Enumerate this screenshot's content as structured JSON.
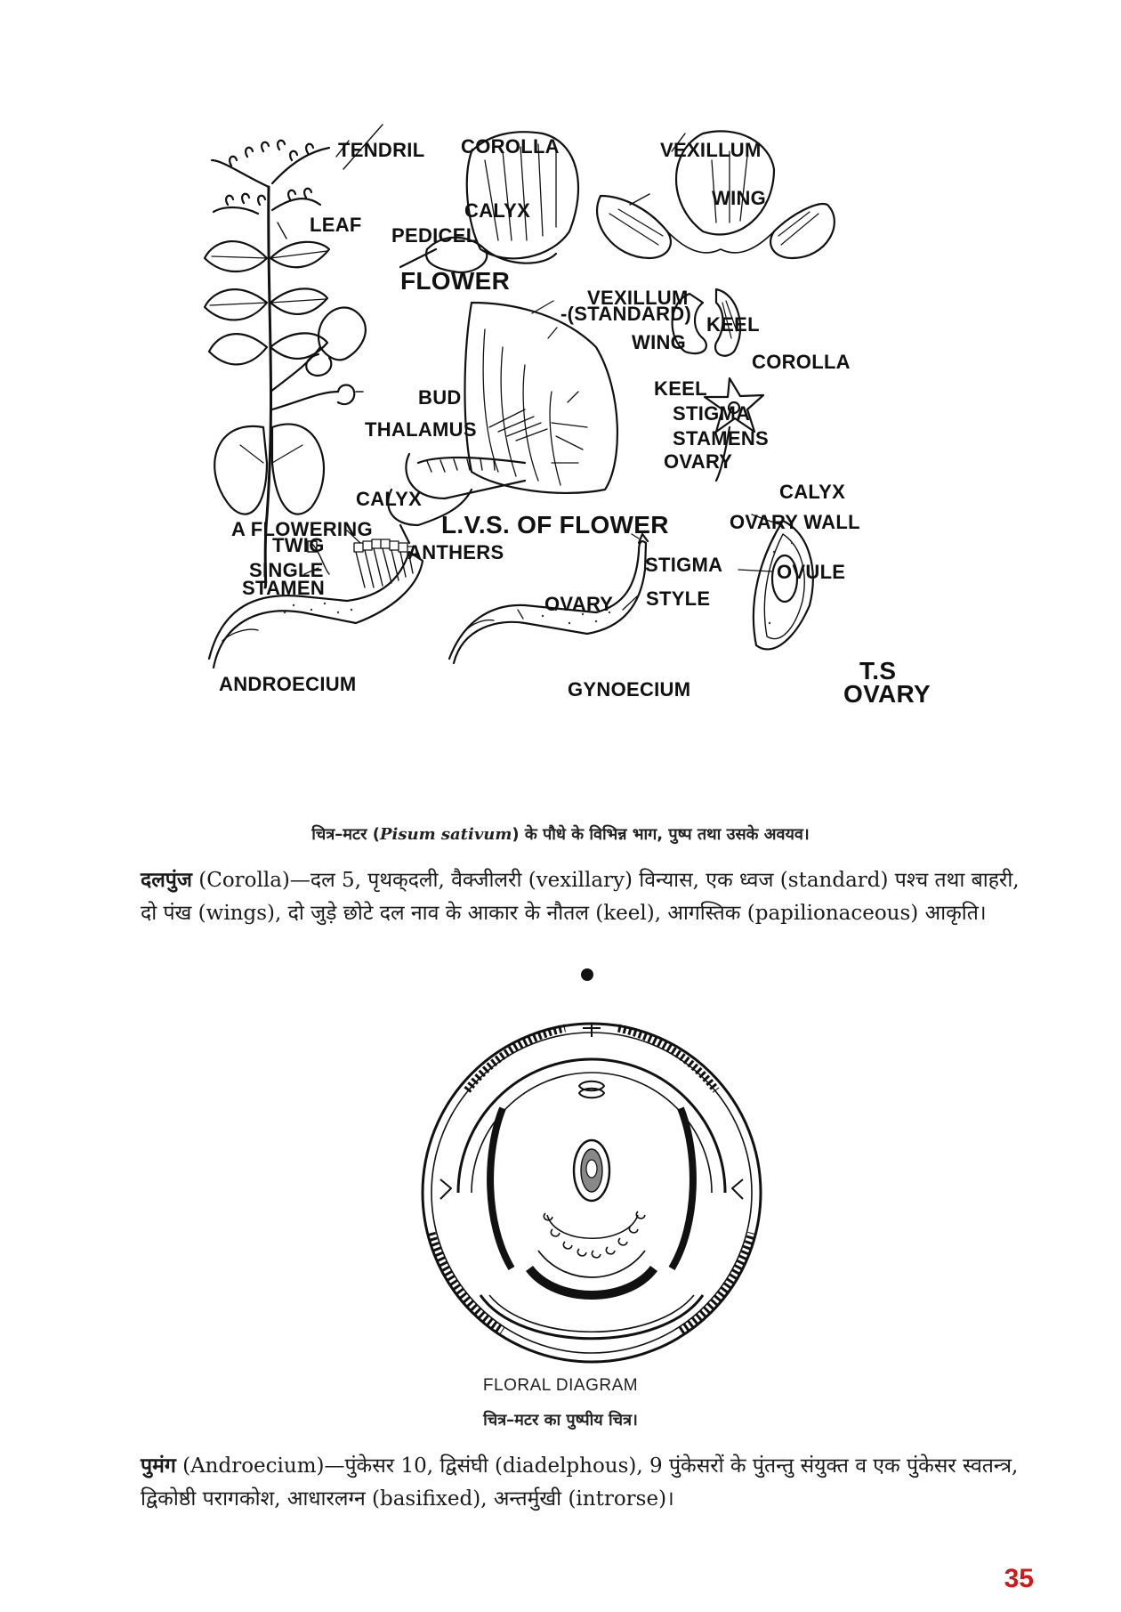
{
  "figure_pea": {
    "labels": {
      "tendril": "TENDRIL",
      "corolla_top": "COROLLA",
      "vexillum_top": "VEXILLUM",
      "calyx_top": "CALYX",
      "wing_top": "WING",
      "leaf": "LEAF",
      "pedicel": "PEDICEL",
      "flower": "FLOWER",
      "vexillum_lvs": "VEXILLUM",
      "standard": "-(STANDARD)",
      "keel_corolla": "KEEL",
      "wing_lvs": "WING",
      "corolla_right": "COROLLA",
      "bud": "BUD",
      "keel_lvs": "KEEL",
      "stigma_lvs": "STIGMA",
      "thalamus": "THALAMUS",
      "stamens": "STAMENS",
      "ovary_lvs": "OVARY",
      "calyx_lvs": "CALYX",
      "calyx_right": "CALYX",
      "twig_1": "A FLOWERING",
      "twig_2": "TWIG",
      "lvs_title": "L.V.S. OF FLOWER",
      "ovary_wall": "OVARY WALL",
      "anthers": "ANTHERS",
      "single_1": "SINGLE",
      "single_2": "STAMEN",
      "stigma_gyn": "STIGMA",
      "ovule": "OVULE",
      "ovary_gyn": "OVARY",
      "style": "STYLE",
      "androecium": "ANDROECIUM",
      "gynoecium": "GYNOECIUM",
      "ts_1": "T.S",
      "ts_2": "OVARY"
    },
    "caption_pre": "चित्र–मटर (",
    "caption_italic": "Pisum sativum",
    "caption_post": ") के पौधे के विभिन्न भाग, पुष्प तथा उसके अवयव।"
  },
  "para_corolla": {
    "term": "दलपुंज",
    "body": " (Corolla)—दल 5, पृथक्‌दली, वैक्जीलरी (vexillary) विन्यास, एक ध्वज (standard) पश्च तथा बाहरी, दो पंख (wings), दो जुड़े छोटे दल नाव के आकार के नौतल (keel), आगस्तिक (papilionaceous) आकृति।"
  },
  "figure_floral": {
    "title": "FLORAL DIAGRAM",
    "caption": "चित्र–मटर का पुष्पीय चित्र।"
  },
  "para_androecium": {
    "term": "पुमंग",
    "body": " (Androecium)—पुंकेसर 10, द्विसंघी (diadelphous), 9 पुंकेसरों के पुंतन्तु संयुक्त व एक पुंकेसर स्वतन्त्र, द्विकोष्ठी परागकोश, आधारलग्न (basifixed), अन्तर्मुखी (introrse)।"
  },
  "page_number": "35"
}
